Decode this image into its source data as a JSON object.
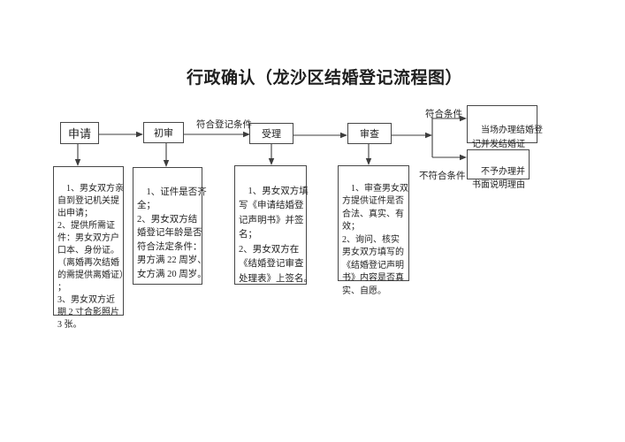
{
  "title": "行政确认（龙沙区结婚登记流程图）",
  "nodes": {
    "apply": {
      "label": "申请"
    },
    "initial_review": {
      "label": "初审"
    },
    "accept": {
      "label": "受理"
    },
    "review": {
      "label": "审查"
    },
    "approve": {
      "label": "当场办理结婚登\n记并发结婚证"
    },
    "reject": {
      "label": "不予办理并\n书面说明理由"
    }
  },
  "edge_labels": {
    "meets_registration": "符合登记条件",
    "meets": "符合条件",
    "not_meets": "不符合条件"
  },
  "details": {
    "apply": {
      "text": "1、男女双方亲\n自到登记机关提\n出申请；\n2、提供所需证\n件：男女双方户\n口本、身份证。\n（离婚再次结婚\n的需提供离婚证）\n；\n3、男女双方近\n期 2 寸合影照片\n3 张。"
    },
    "initial_review": {
      "text": "1、证件是否齐\n全；\n2、男女双方结\n婚登记年龄是否\n符合法定条件：\n男方满 22 周岁、\n女方满 20 周岁。"
    },
    "accept": {
      "text": "1、男女双方填\n写《申请结婚登\n记声明书》并签\n名；\n2、男女双方在\n《结婚登记审查\n处理表》上签名。"
    },
    "review": {
      "text": "1、审查男女双\n方提供证件是否\n合法、真实、有\n效；\n2、询问、核实\n男女双方填写的\n《结婚登记声明\n书》内容是否真\n实、自愿。"
    }
  },
  "colors": {
    "background": "#ffffff",
    "box_border": "#474747",
    "connector": "#3d3d3d",
    "text": "#1f1f1f"
  }
}
